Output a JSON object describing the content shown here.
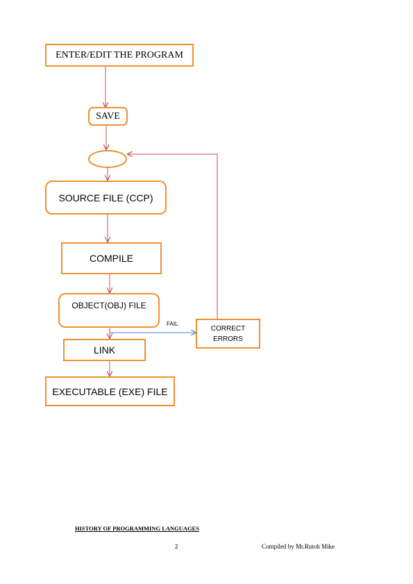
{
  "flowchart": {
    "steps": {
      "enter_edit": "ENTER/EDIT THE PROGRAM",
      "save": "SAVE",
      "source_file": "SOURCE FILE (CCP)",
      "compile": "COMPILE",
      "object_file": "OBJECT(OBJ) FILE",
      "link": "LINK",
      "executable": "EXECUTABLE (EXE) FILE",
      "correct_errors_line1": "CORRECT",
      "correct_errors_line2": "ERRORS"
    },
    "edge_labels": {
      "fail": "FAIL"
    },
    "colors": {
      "box_border": "#f0902f",
      "arrow_main": "#c0504d",
      "arrow_fail": "#4f81bd"
    }
  },
  "footer": {
    "title": "HISTORY OF PROGRAMMING LANGUAGES",
    "page_number": "2",
    "compiled_by": "Compiled by Mr.Rutoh Mike"
  }
}
